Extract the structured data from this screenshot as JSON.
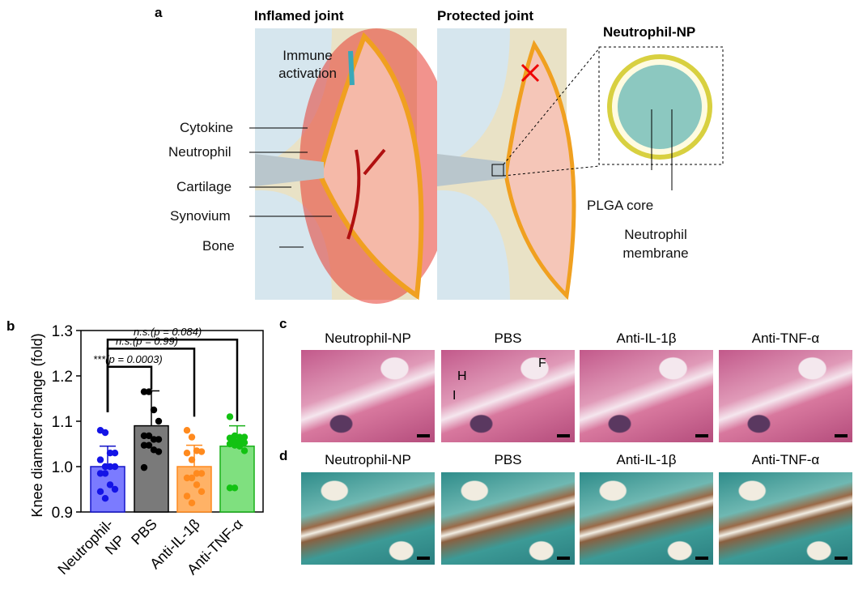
{
  "panel_a": {
    "label": "a",
    "inflamed_title": "Inflamed joint",
    "protected_title": "Protected joint",
    "np_title": "Neutrophil-NP",
    "immune_activation": "Immune activation",
    "left_labels": [
      "Cytokine",
      "Neutrophil",
      "Cartilage",
      "Synovium",
      "Bone"
    ],
    "np_labels": [
      "PLGA core",
      "Neutrophil membrane"
    ]
  },
  "panel_c": {
    "label": "c",
    "titles": [
      "Neutrophil-NP",
      "PBS",
      "Anti-IL-1β",
      "Anti-TNF-α"
    ],
    "annotations": [
      "F",
      "H",
      "I"
    ]
  },
  "panel_d": {
    "label": "d",
    "titles": [
      "Neutrophil-NP",
      "PBS",
      "Anti-IL-1β",
      "Anti-TNF-α"
    ]
  },
  "chart_data": {
    "type": "bar",
    "panel_label": "b",
    "ylabel": "Knee diameter change (fold)",
    "ylim": [
      0.9,
      1.3
    ],
    "yticks": [
      "0.9",
      "1.0",
      "1.1",
      "1.2",
      "1.3"
    ],
    "categories": [
      "Neutrophil-NP",
      "PBS",
      "Anti-IL-1β",
      "Anti-TNF-α"
    ],
    "tick_labels": [
      [
        "Neutrophil-",
        "NP"
      ],
      [
        "PBS"
      ],
      [
        "Anti-IL-1β"
      ],
      [
        "Anti-TNF-α"
      ]
    ],
    "values": [
      1.0,
      1.09,
      1.0,
      1.045
    ],
    "sd": [
      0.045,
      0.077,
      0.047,
      0.045
    ],
    "colors": [
      "#7b7bff",
      "#7a7a7a",
      "#ffb266",
      "#7fe07f"
    ],
    "dot_colors": [
      "#1414e6",
      "#000000",
      "#ff8a1e",
      "#12c212"
    ],
    "edge_colors": [
      "#1414c8",
      "#000000",
      "#ff8a1e",
      "#18b018"
    ],
    "points": [
      [
        1.08,
        1.075,
        1.03,
        1.03,
        1.015,
        1.0,
        1.0,
        1.0,
        0.985,
        0.985,
        0.96,
        0.95,
        0.945,
        0.93
      ],
      [
        1.165,
        1.165,
        1.125,
        1.1,
        1.068,
        1.068,
        1.06,
        1.06,
        1.047,
        1.047,
        1.037,
        1.033,
        0.998
      ],
      [
        1.08,
        1.065,
        1.035,
        1.033,
        1.03,
        1.015,
        0.985,
        0.985,
        0.975,
        0.975,
        0.96,
        0.945,
        0.935,
        0.92
      ],
      [
        1.11,
        1.068,
        1.065,
        1.065,
        1.063,
        1.055,
        1.055,
        1.053,
        1.05,
        1.047,
        1.045,
        1.035,
        0.953,
        0.953
      ]
    ],
    "comparisons": [
      {
        "from": 0,
        "to": 1,
        "text": "***(p = 0.0003)"
      },
      {
        "from": 0,
        "to": 2,
        "text": "n.s.(p = 0.99)"
      },
      {
        "from": 0,
        "to": 3,
        "text": "n.s.(p = 0.084)"
      }
    ]
  }
}
